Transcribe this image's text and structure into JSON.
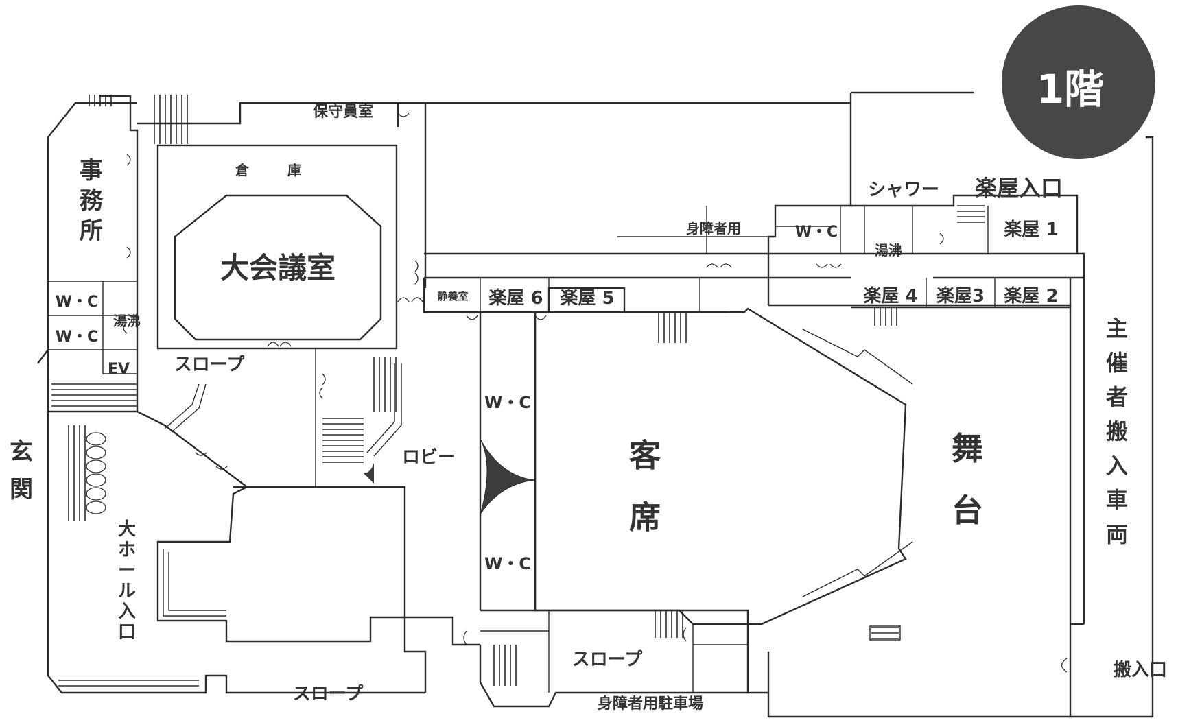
{
  "floor_badge": {
    "label": "1階",
    "color": "#474747"
  },
  "rooms": {
    "security_room": "保守員室",
    "office": "事務所",
    "storage": "倉　庫",
    "conference": "大会議室",
    "wc_top": "W・C",
    "wc_bottom": "W・C",
    "kettle_left": "湯沸",
    "ev": "EV",
    "slope_upper": "スロープ",
    "entrance": "玄関",
    "hall_entrance": "大ホール入口",
    "slope_bottom": "スロープ",
    "slope_center": "スロープ",
    "lobby": "ロビー",
    "lobby_wc_top": "W・C",
    "lobby_wc_bottom": "W・C",
    "audience": "客席",
    "stage": "舞台",
    "shower": "シャワー",
    "dressing_entrance": "楽屋入口",
    "disabled_wc_label": "身障者用",
    "disabled_wc": "W・C",
    "kettle_right": "湯沸",
    "dressing_1": "楽屋 1",
    "dressing_2": "楽屋 2",
    "dressing_3": "楽屋3",
    "dressing_4": "楽屋 4",
    "dressing_5": "楽屋 5",
    "dressing_6": "楽屋 6",
    "office_small": "静養室",
    "organizer_vehicle": "主催者搬入車両",
    "loading_entrance": "搬入口",
    "disabled_parking": "身障者用駐車場"
  }
}
